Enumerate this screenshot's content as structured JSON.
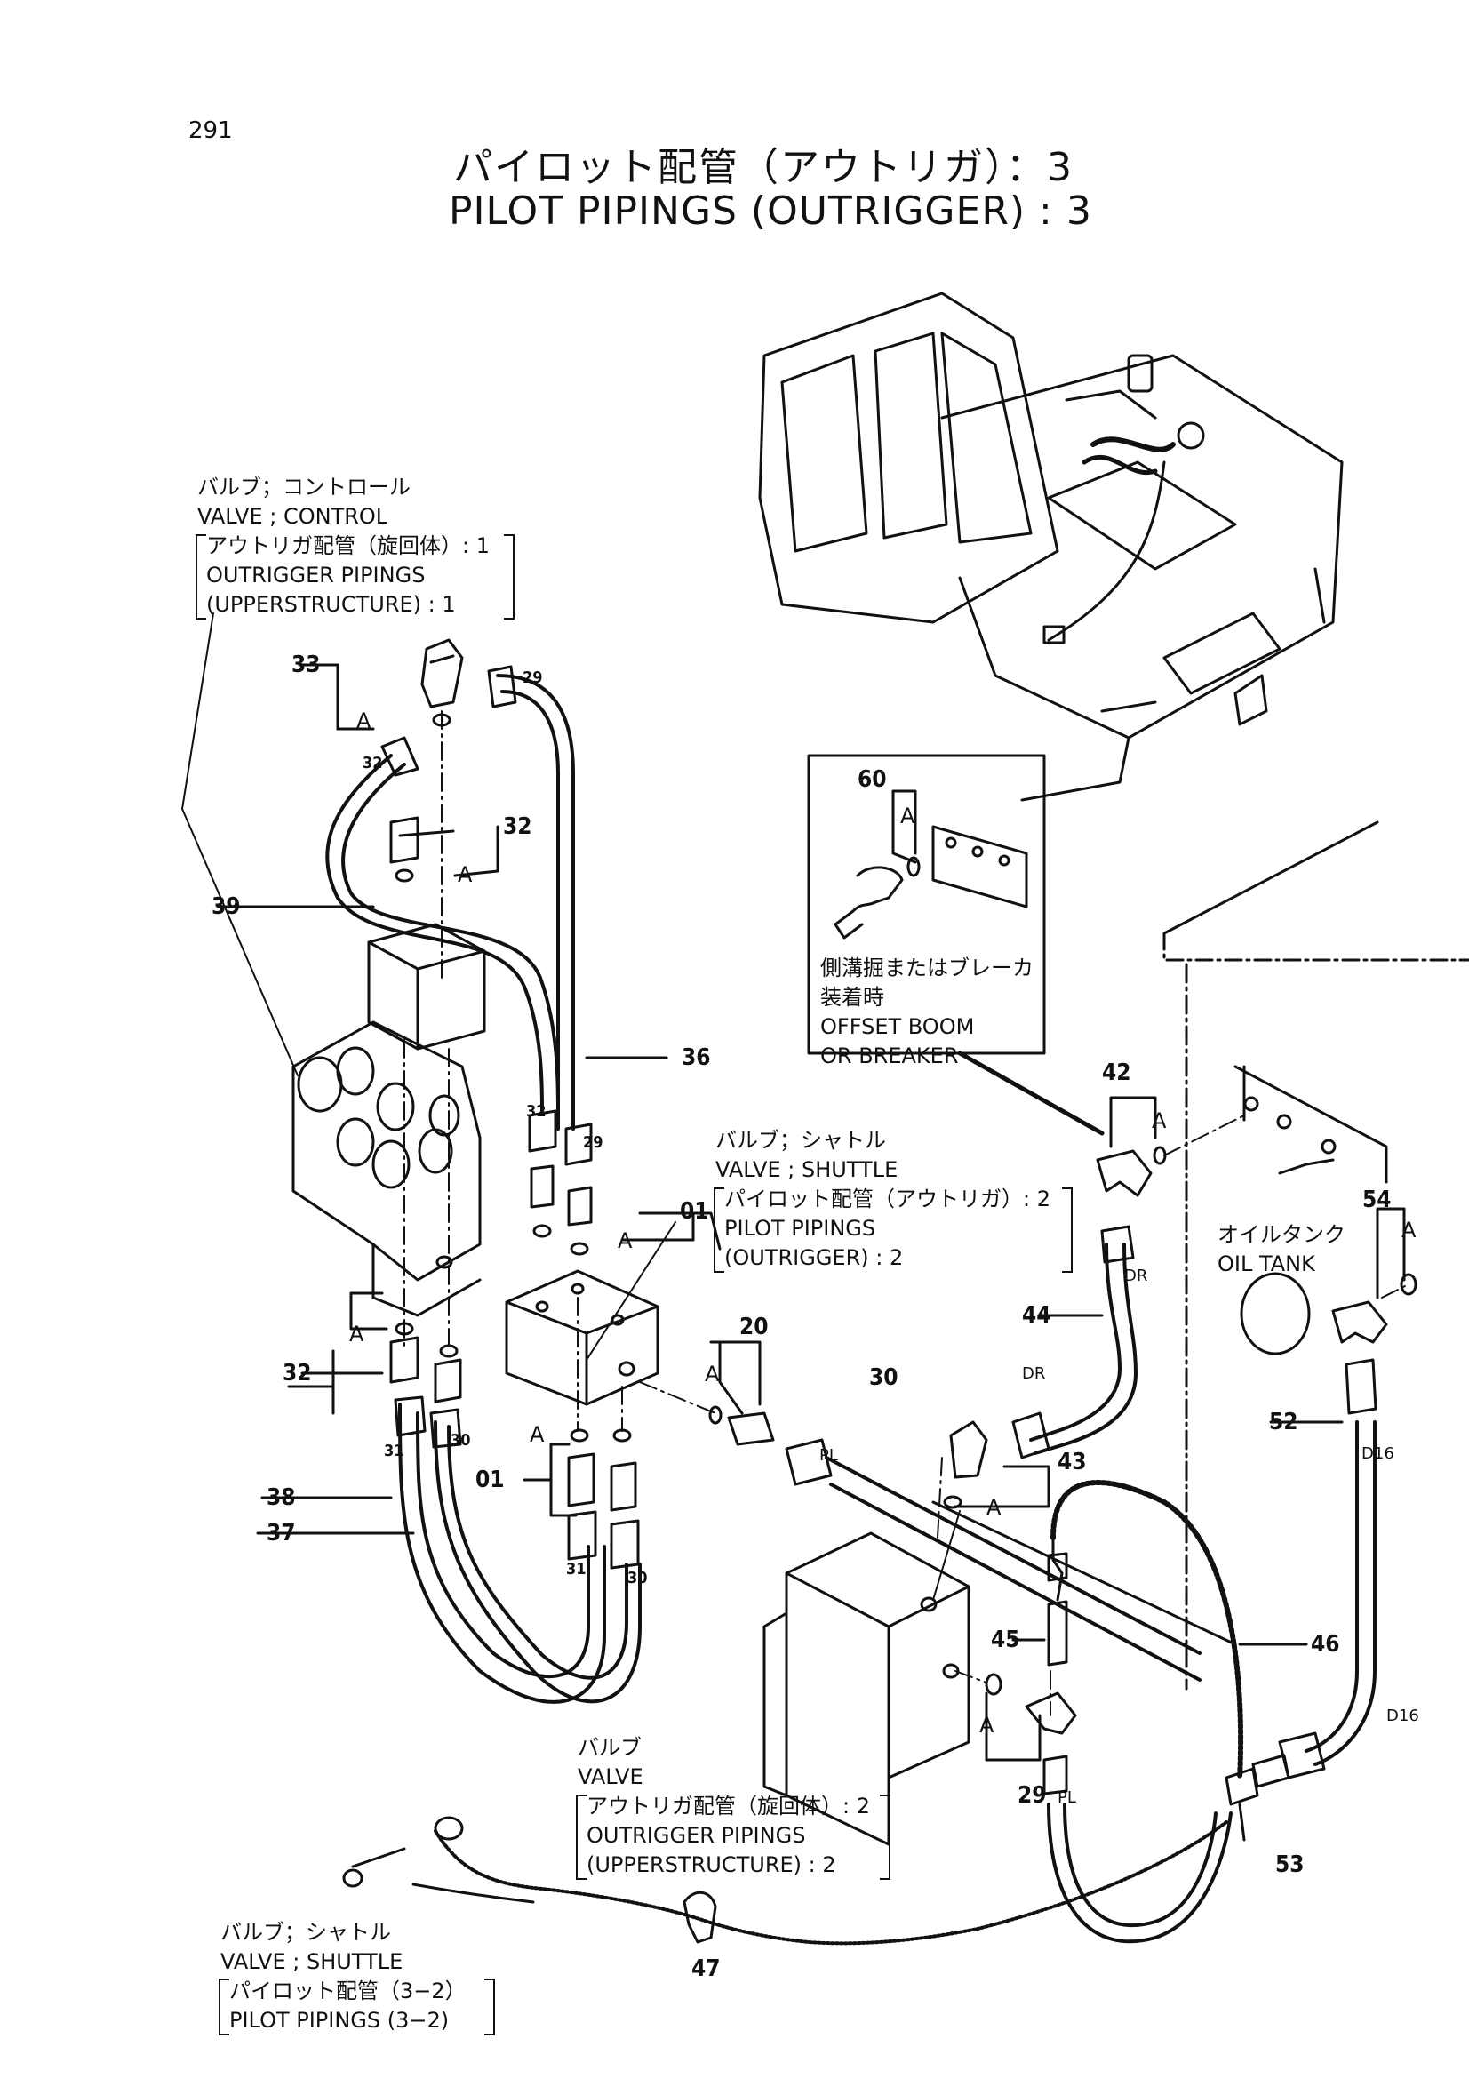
{
  "page_number": "291",
  "title_jp": "パイロット配管（アウトリガ）：3",
  "title_en": "PILOT PIPINGS (OUTRIGGER) : 3",
  "notes": {
    "control_valve": [
      "バルブ；コントロール",
      "VALVE ; CONTROL",
      "アウトリガ配管（旋回体）: 1",
      "OUTRIGGER PIPINGS",
      "(UPPERSTRUCTURE) : 1"
    ],
    "offset_boom": [
      "側溝掘またはブレーカ",
      "装着時",
      "OFFSET BOOM",
      "OR BREAKER"
    ],
    "shuttle_valve_2": [
      "バルブ；シャトル",
      "VALVE ; SHUTTLE",
      "パイロット配管（アウトリガ）: 2",
      "PILOT PIPINGS",
      "(OUTRIGGER) : 2"
    ],
    "oil_tank": [
      "オイルタンク",
      "OIL  TANK"
    ],
    "valve_upper_2": [
      "バルブ",
      "VALVE",
      "アウトリガ配管（旋回体）: 2",
      "OUTRIGGER PIPINGS",
      "(UPPERSTRUCTURE) : 2"
    ],
    "shuttle_valve_32": [
      "バルブ；シャトル",
      "VALVE ; SHUTTLE",
      "パイロット配管（3−2）",
      "PILOT  PIPINGS (3−2)"
    ]
  },
  "callouts": {
    "c33": "33",
    "c32a": "32",
    "c32b": "32",
    "c32c": "32",
    "c29a": "29",
    "c29b": "29",
    "c29c": "29",
    "c39": "39",
    "c36": "36",
    "c01a": "01",
    "c01b": "01",
    "c20": "20",
    "c30a": "30",
    "c30b": "30",
    "c30c": "30",
    "c31a": "31",
    "c31b": "31",
    "c38": "38",
    "c37": "37",
    "c60": "60",
    "c42": "42",
    "c44": "44",
    "c43": "43",
    "c54": "54",
    "c52": "52",
    "c45": "45",
    "c46": "46",
    "c53": "53",
    "c47": "47"
  },
  "letters": {
    "a1": "A",
    "a2": "A",
    "a3": "A",
    "a4": "A",
    "a5": "A",
    "a6": "A",
    "a7": "A",
    "a8": "A",
    "a9": "A",
    "a10": "A",
    "a11": "A",
    "a12": "A"
  },
  "port_labels": {
    "dr1": "DR",
    "dr2": "DR",
    "pl1": "PL",
    "pl2": "PL",
    "d16a": "D16",
    "d16b": "D16"
  }
}
